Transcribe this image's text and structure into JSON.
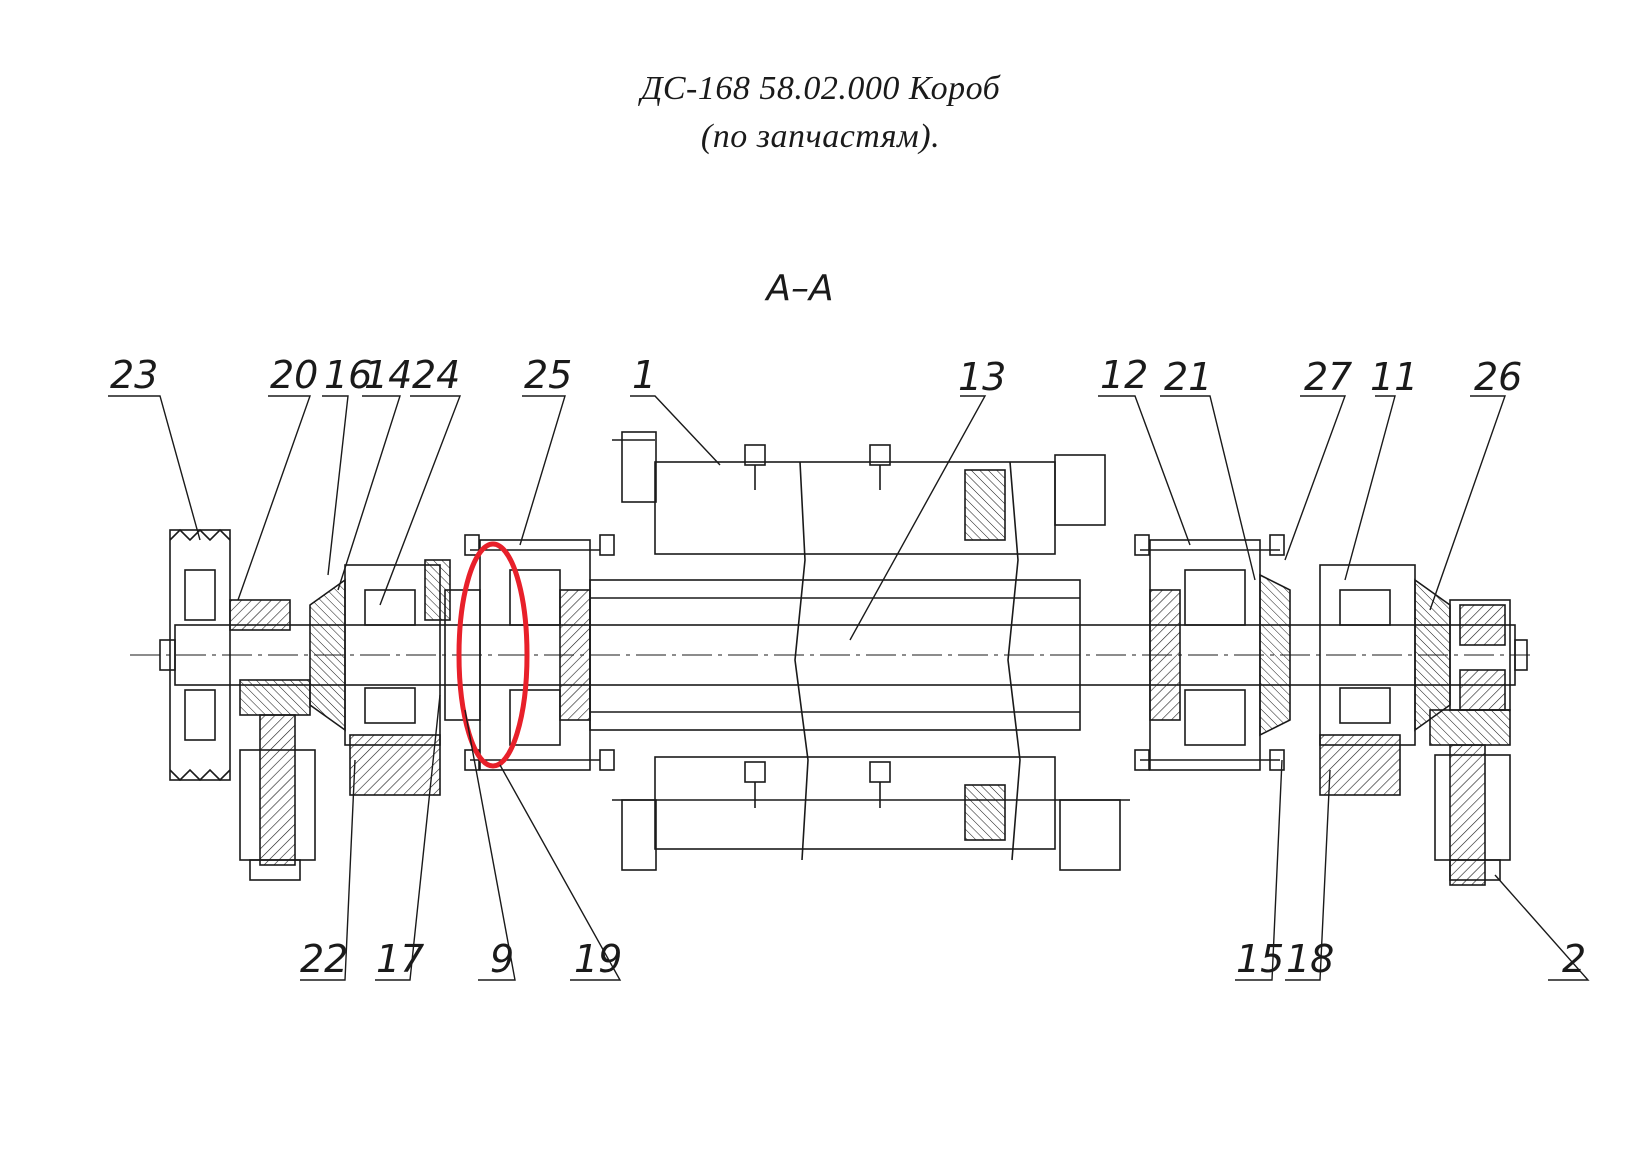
{
  "title": {
    "line1": "ДС-168 58.02.000 Короб",
    "line2": "(по запчастям)."
  },
  "section_label": "А–А",
  "callouts_top": [
    "23",
    "20",
    "16",
    "14",
    "24",
    "25",
    "1",
    "13",
    "12",
    "21",
    "27",
    "11",
    "26"
  ],
  "callouts_bottom": [
    "22",
    "17",
    "9",
    "19",
    "15",
    "18",
    "2"
  ],
  "highlight": {
    "color": "#e8202a",
    "marks": "9, 19"
  },
  "colors": {
    "line": "#1a1a1a",
    "highlight": "#e8202a"
  }
}
